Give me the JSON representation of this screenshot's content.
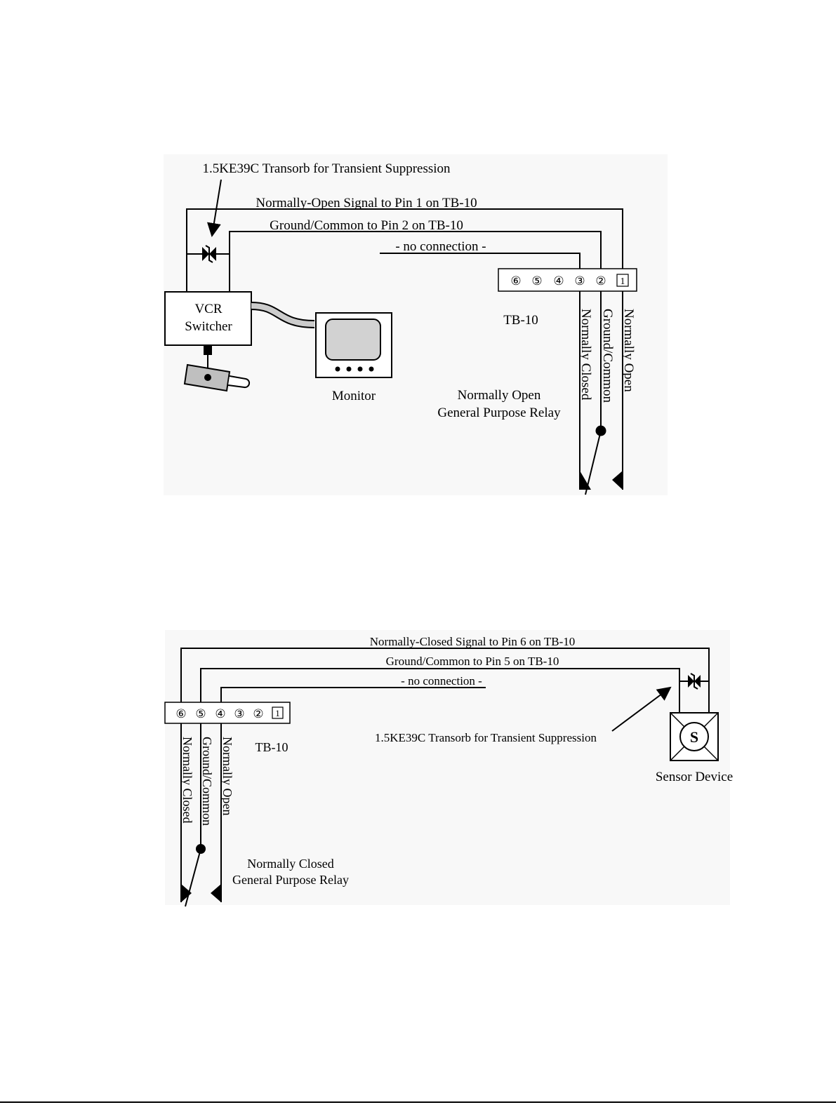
{
  "diagram1": {
    "transorb_label": "1.5KE39C Transorb for Transient Suppression",
    "signal_label": "Normally-Open Signal to Pin 1 on TB-10",
    "ground_label": "Ground/Common to Pin 2 on TB-10",
    "noconn_label": "- no connection -",
    "vcr_line1": "VCR",
    "vcr_line2": "Switcher",
    "monitor_label": "Monitor",
    "tb_label": "TB-10",
    "pins": [
      "⑥",
      "⑤",
      "④",
      "③",
      "②",
      "1"
    ],
    "relay_line1": "Normally Open",
    "relay_line2": "General Purpose Relay",
    "vlabels": [
      "Normally Closed",
      "Ground/Common",
      "Normally Open"
    ]
  },
  "diagram2": {
    "signal_label": "Normally-Closed Signal to Pin 6 on TB-10",
    "ground_label": "Ground/Common to Pin 5 on TB-10",
    "noconn_label": "- no connection -",
    "transorb_label": "1.5KE39C Transorb for Transient Suppression",
    "sensor_letter": "S",
    "sensor_label": "Sensor Device",
    "tb_label": "TB-10",
    "pins": [
      "⑥",
      "⑤",
      "④",
      "③",
      "②",
      "1"
    ],
    "relay_line1": "Normally Closed",
    "relay_line2": "General Purpose Relay",
    "vlabels": [
      "Normally Closed",
      "Ground/Common",
      "Normally Open"
    ]
  }
}
